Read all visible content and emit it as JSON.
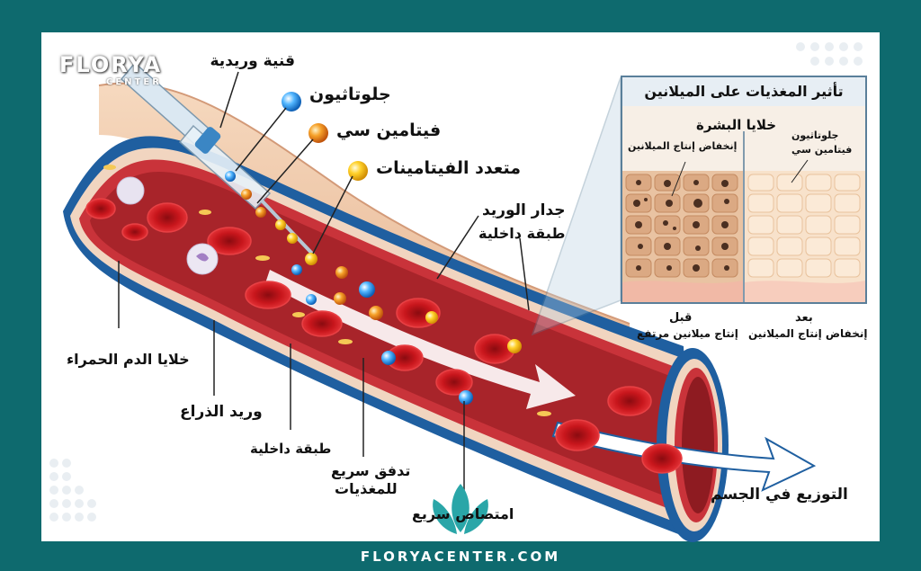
{
  "brand": {
    "name": "FLORYA",
    "sub": "CENTER"
  },
  "footer": {
    "url": "FLORYACENTER.COM"
  },
  "labels": {
    "iv_bag": "قنية وريدية",
    "glutathione": "جلوتاثيون",
    "vitamin_c": "فيتامين سي",
    "multivitamins": "متعدد الفيتامينات",
    "vein_wall": "جدار الوريد",
    "inner_layer_top": "طبقة داخلية",
    "red_blood_cells": "خلايا الدم الحمراء",
    "arm_vein": "وريد الذراع",
    "inner_layer_bottom": "طبقة داخلية",
    "fast_flow_line1": "تدفق سريع",
    "fast_flow_line2": "للمغذيات",
    "fast_absorption": "امتصاص سريع",
    "body_distribution": "التوزيع في الجسم"
  },
  "inset": {
    "title": "تأثير المغذيات على الميلانين",
    "skin_cells": "خلايا البشرة",
    "reduced_melanin_top": "إنخفاض إنتاج الميلانين",
    "nutrients_line1": "جلوتاثيون",
    "nutrients_line2": "فيتامين سي",
    "before_label": "قبل",
    "before_desc": "إنتاج ميلانين مرتفع",
    "after_label": "بعد",
    "after_desc": "إنخفاض إنتاج الميلانين"
  },
  "colors": {
    "frame": "#0e6a6e",
    "vein_outer": "#1f5fa0",
    "vein_inner": "#a8242a",
    "rbc": "#d01a1f",
    "glutathione": "#3fa6f0",
    "vitamin_c": "#f08a1c",
    "multivitamins": "#f5c21a",
    "arrow": "#ffffff"
  },
  "icons": [
    "iv-cannula-icon",
    "blood-vein-icon",
    "skin-cells-icon",
    "lotus-logo-icon"
  ]
}
